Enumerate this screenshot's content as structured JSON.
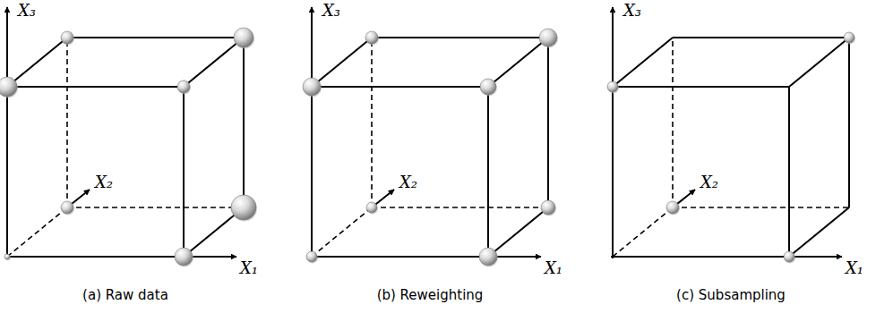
{
  "diagram": {
    "labels": [
      "X₃",
      "X₂",
      "X₁",
      "(a) Raw data",
      "X₃",
      "X₂",
      "X₁",
      "(b) Reweighting",
      "X₃",
      "X₂",
      "X₁",
      "(c) Subsampling"
    ]
  }
}
